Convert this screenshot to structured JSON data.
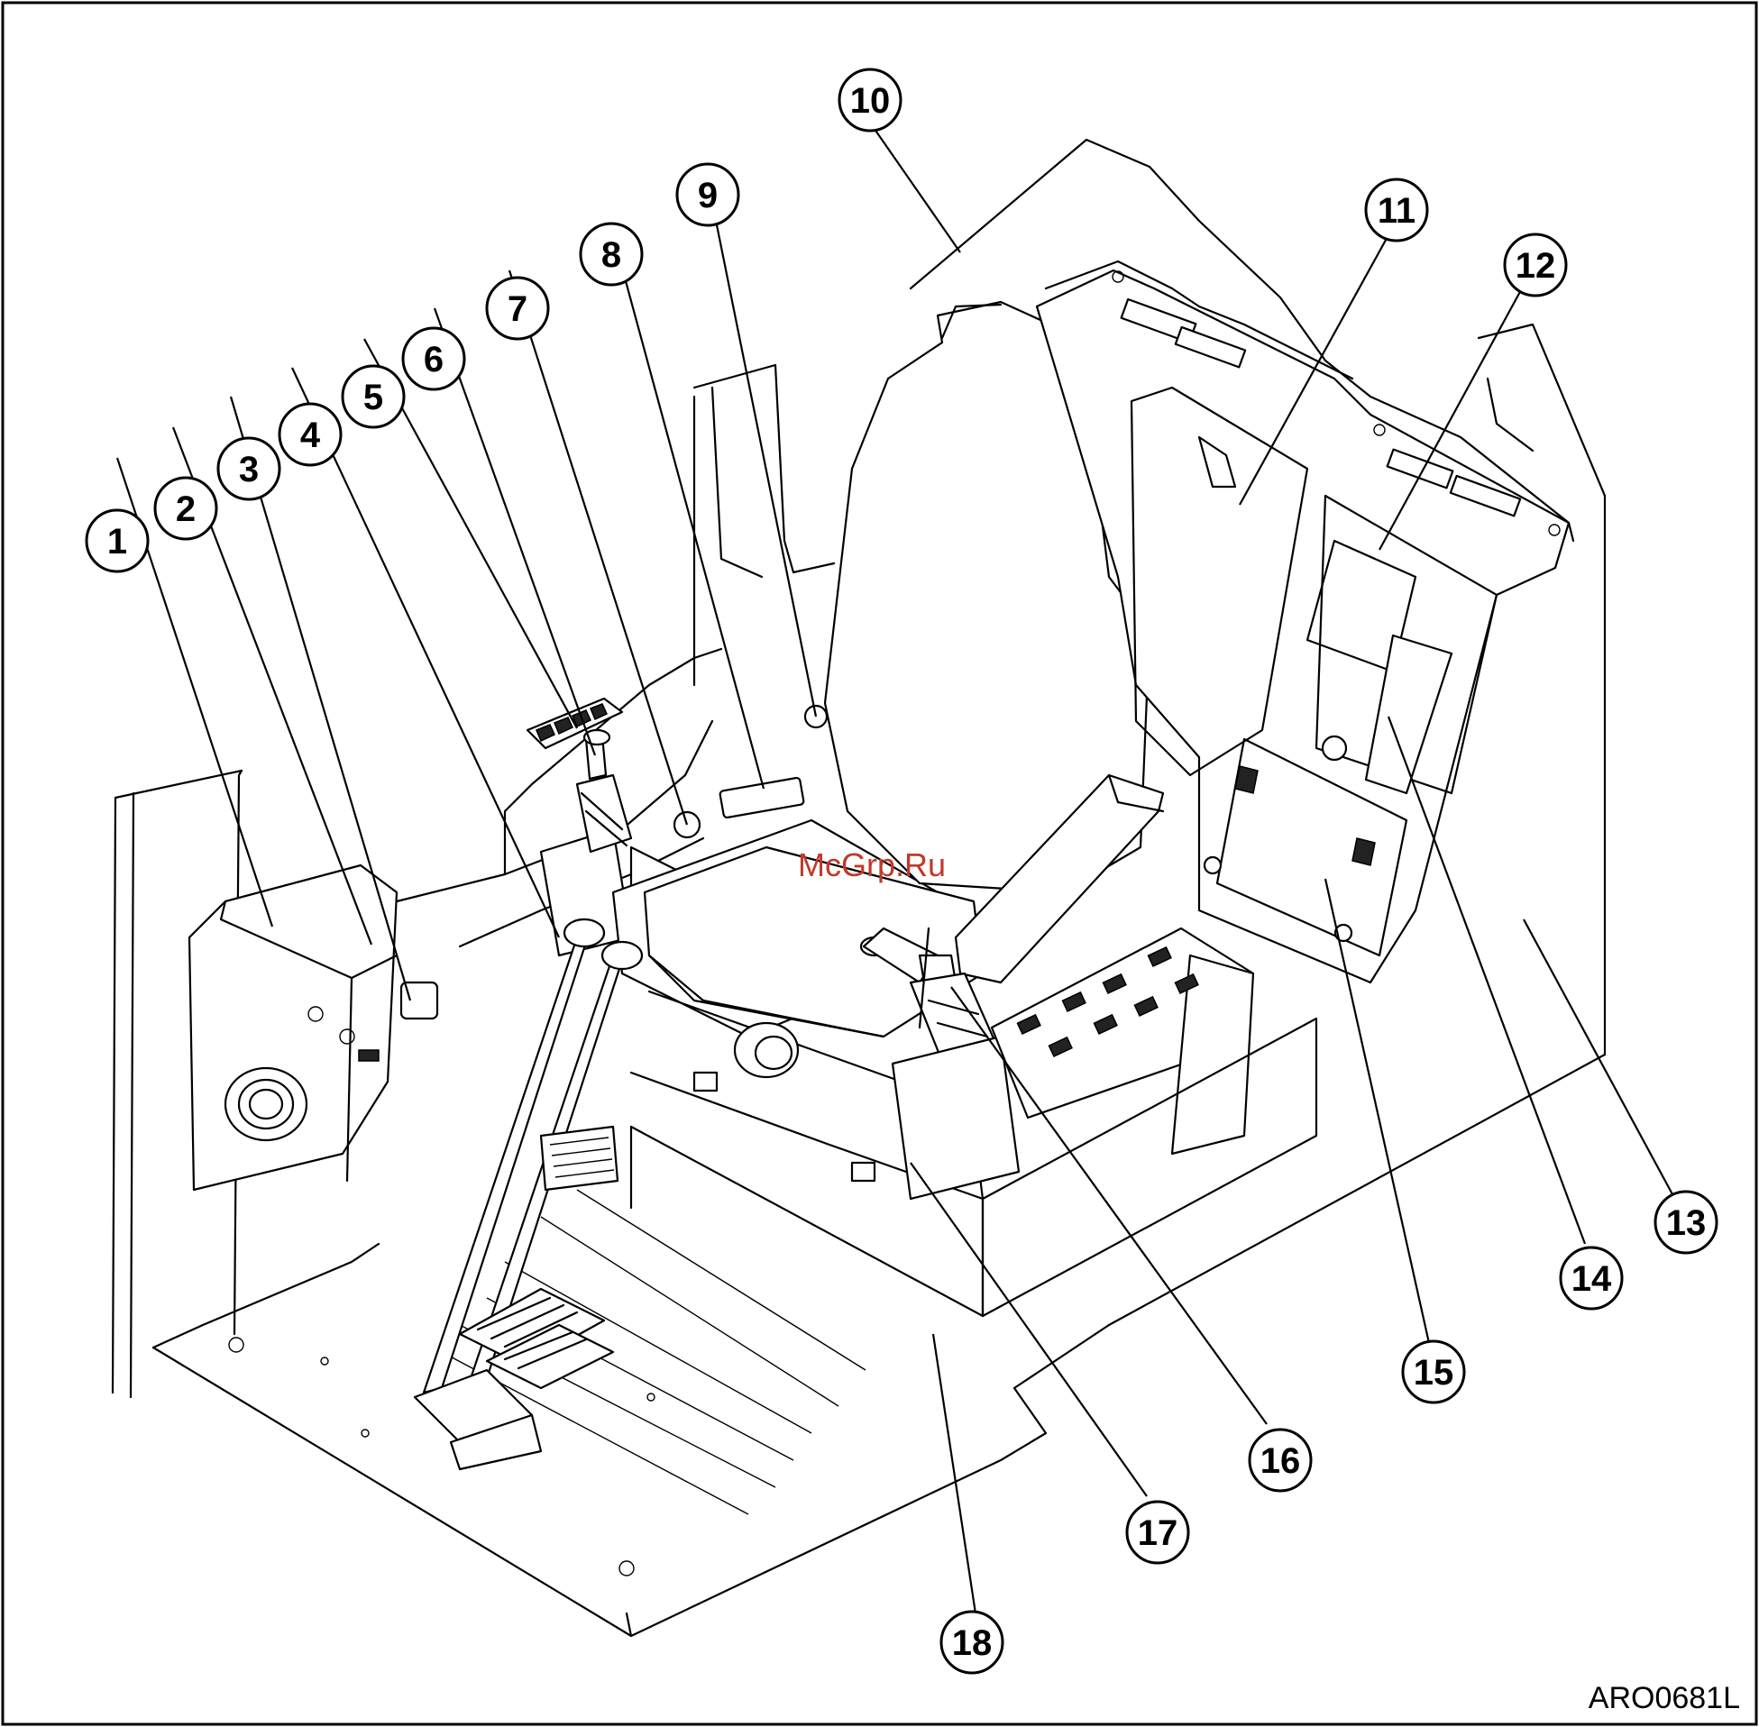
{
  "figure_code": "ARO0681L",
  "watermark": "McGrp.Ru",
  "callouts": [
    {
      "id": "1",
      "label": "1"
    },
    {
      "id": "2",
      "label": "2"
    },
    {
      "id": "3",
      "label": "3"
    },
    {
      "id": "4",
      "label": "4"
    },
    {
      "id": "5",
      "label": "5"
    },
    {
      "id": "6",
      "label": "6"
    },
    {
      "id": "7",
      "label": "7"
    },
    {
      "id": "8",
      "label": "8"
    },
    {
      "id": "9",
      "label": "9"
    },
    {
      "id": "10",
      "label": "10"
    },
    {
      "id": "11",
      "label": "11"
    },
    {
      "id": "12",
      "label": "12"
    },
    {
      "id": "13",
      "label": "13"
    },
    {
      "id": "14",
      "label": "14"
    },
    {
      "id": "15",
      "label": "15"
    },
    {
      "id": "16",
      "label": "16"
    },
    {
      "id": "17",
      "label": "17"
    },
    {
      "id": "18",
      "label": "18"
    }
  ]
}
